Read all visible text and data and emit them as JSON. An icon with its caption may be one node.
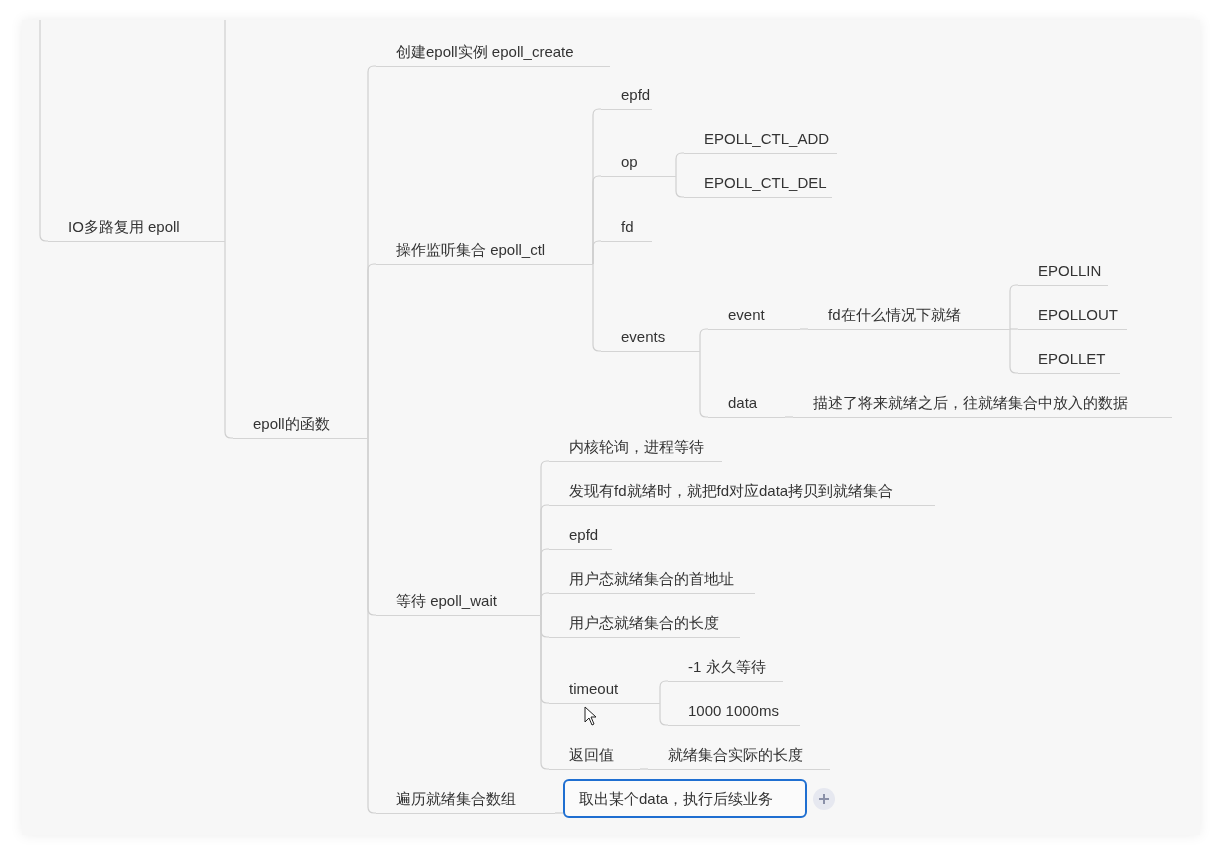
{
  "diagram": {
    "nodes": [
      {
        "text": [
          "IO多路复用 epoll"
        ]
      },
      {
        "text": [
          "epoll的函数"
        ]
      },
      {
        "text": [
          "创建epoll实例  epoll_create"
        ]
      },
      {
        "text": [
          "操作监听集合 epoll_ctl"
        ]
      },
      {
        "text": [
          "epfd"
        ]
      },
      {
        "text": [
          "op"
        ]
      },
      {
        "text": [
          "EPOLL_CTL_ADD"
        ]
      },
      {
        "text": [
          "EPOLL_CTL_DEL"
        ]
      },
      {
        "text": [
          "fd"
        ]
      },
      {
        "text": [
          "events"
        ]
      },
      {
        "text": [
          "event"
        ]
      },
      {
        "text": [
          "fd在什么情况下就绪"
        ]
      },
      {
        "text": [
          "EPOLLIN"
        ]
      },
      {
        "text": [
          "EPOLLOUT"
        ]
      },
      {
        "text": [
          "EPOLLET"
        ]
      },
      {
        "text": [
          "data"
        ]
      },
      {
        "text": [
          "描述了将来就绪之后，往就绪集合中放入的数据"
        ]
      },
      {
        "text": [
          "等待 epoll_wait"
        ]
      },
      {
        "text": [
          "内核轮询，进程等待"
        ]
      },
      {
        "text": [
          "发现有fd就绪时，就把fd对应data拷贝到就绪集合"
        ]
      },
      {
        "text": [
          "epfd"
        ]
      },
      {
        "text": [
          "用户态就绪集合的首地址"
        ]
      },
      {
        "text": [
          "用户态就绪集合的长度"
        ]
      },
      {
        "text": [
          "timeout"
        ]
      },
      {
        "text": [
          "-1 永久等待"
        ]
      },
      {
        "text": [
          "1000 1000ms"
        ]
      },
      {
        "text": [
          "返回值"
        ]
      },
      {
        "text": [
          "就绪集合实际的长度"
        ]
      },
      {
        "text": [
          "遍历就绪集合数组"
        ]
      },
      {
        "text": [
          "取出某个data，执行后续业务"
        ]
      }
    ],
    "edges": [
      {
        "from": null,
        "to": 0,
        "arrow": "none"
      },
      {
        "from": 0,
        "to": null,
        "arrow": "none"
      },
      {
        "from": 0,
        "to": 1,
        "arrow": "none"
      },
      {
        "from": 1,
        "to": 2,
        "arrow": "none"
      },
      {
        "from": 1,
        "to": 3,
        "arrow": "none"
      },
      {
        "from": 1,
        "to": 17,
        "arrow": "none"
      },
      {
        "from": 1,
        "to": 28,
        "arrow": "none"
      },
      {
        "from": 3,
        "to": 4,
        "arrow": "none"
      },
      {
        "from": 3,
        "to": 5,
        "arrow": "none"
      },
      {
        "from": 3,
        "to": 8,
        "arrow": "none"
      },
      {
        "from": 3,
        "to": 9,
        "arrow": "none"
      },
      {
        "from": 5,
        "to": 6,
        "arrow": "none"
      },
      {
        "from": 5,
        "to": 7,
        "arrow": "none"
      },
      {
        "from": 9,
        "to": 10,
        "arrow": "none"
      },
      {
        "from": 9,
        "to": 15,
        "arrow": "none"
      },
      {
        "from": 10,
        "to": 11,
        "arrow": "none"
      },
      {
        "from": 11,
        "to": 12,
        "arrow": "none"
      },
      {
        "from": 11,
        "to": 13,
        "arrow": "none"
      },
      {
        "from": 11,
        "to": 14,
        "arrow": "none"
      },
      {
        "from": 15,
        "to": 16,
        "arrow": "none"
      },
      {
        "from": 17,
        "to": 18,
        "arrow": "none"
      },
      {
        "from": 17,
        "to": 19,
        "arrow": "none"
      },
      {
        "from": 17,
        "to": 20,
        "arrow": "none"
      },
      {
        "from": 17,
        "to": 21,
        "arrow": "none"
      },
      {
        "from": 17,
        "to": 22,
        "arrow": "none"
      },
      {
        "from": 17,
        "to": 23,
        "arrow": "none"
      },
      {
        "from": 17,
        "to": 26,
        "arrow": "none"
      },
      {
        "from": 23,
        "to": 24,
        "arrow": "none"
      },
      {
        "from": 23,
        "to": 25,
        "arrow": "none"
      },
      {
        "from": 26,
        "to": 27,
        "arrow": "none"
      },
      {
        "from": 28,
        "to": 29,
        "arrow": "none"
      }
    ]
  }
}
